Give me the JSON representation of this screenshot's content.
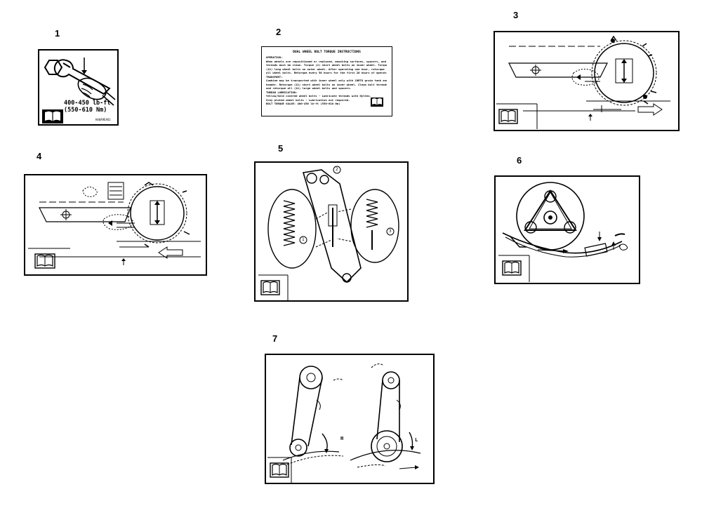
{
  "figure_numbers": [
    "1",
    "2",
    "3",
    "4",
    "5",
    "6",
    "7"
  ],
  "decal_1": {
    "torque_line1": "400-450 lb-ft",
    "torque_line2": "(550-610 Nm)",
    "part_code": "H40A9EAU1"
  },
  "decal_2": {
    "title": "DUAL WHEEL BOLT TORQUE INSTRUCTIONS",
    "lines": [
      "OPERATION:",
      "When wheels are repositioned or replaced, mounting surfaces, spacers, and bolt",
      "threads must be clean. Torque (2) short wheel bolts on inner wheel. Torque",
      "(11) long wheel bolts on outer wheel. After operating one hour, retorque",
      "all wheel bolts. Retorque every 50 hours for the first 20 hours of operation.",
      "TRANSPORT:",
      "Combine may be transported with inner wheel only with CORTO grain tank and HD",
      "header. Retorque (11) short wheel bolts on inner wheel. Clean bolt threads",
      "and retorque all (11) large wheel bolts and spacers.",
      "THREAD LUBRICATION:",
      "Yellow/Gold covered wheel bolts - Lubricate threads with Nyltex.",
      "Grey plated wheel bolts - Lubrication not required.",
      "BOLT TORQUE VALUE: 400-450 lb-ft (550-610 Nm)"
    ]
  },
  "decal_5": {
    "callout_1": "1",
    "callout_2": "2",
    "callout_3": "3"
  },
  "decal_7": {
    "label_h": "H",
    "label_l": "L"
  }
}
